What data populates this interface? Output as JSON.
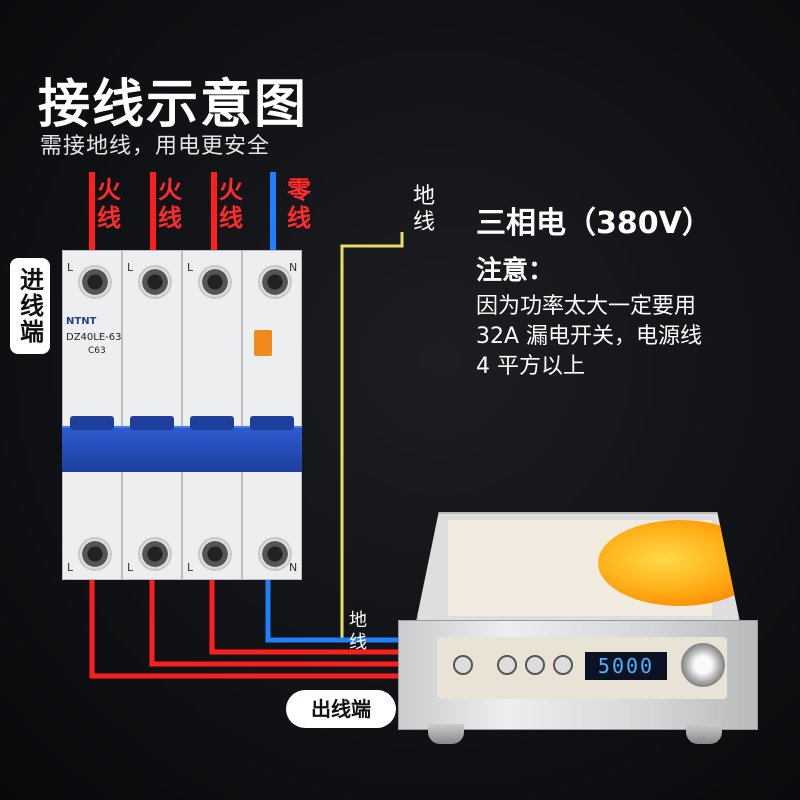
{
  "title": "接线示意图",
  "subtitle": "需接地线，用电更安全",
  "wire_labels": [
    {
      "text": "火线",
      "color": "#ff2a2a"
    },
    {
      "text": "火线",
      "color": "#ff2a2a"
    },
    {
      "text": "火线",
      "color": "#ff2a2a"
    },
    {
      "text": "零线",
      "color": "#ff2a2a"
    }
  ],
  "inlet_label": "进线端",
  "outlet_label": "出线端",
  "ground_label_top": "地线",
  "ground_label_bottom": "地线",
  "info": {
    "title": "三相电（380V）",
    "note_heading": "注意：",
    "note_lines": [
      "因为功率太大一定要用",
      "32A 漏电开关，电源线",
      "4 平方以上"
    ]
  },
  "breaker": {
    "brand": "NTNT",
    "model": "DZ40LE-63",
    "rating": "C63",
    "pole_letters_top": [
      "L",
      "L",
      "L",
      "N"
    ],
    "pole_letters_bottom": [
      "L",
      "L",
      "L",
      "N"
    ]
  },
  "cooker": {
    "display_value": "5000"
  },
  "colors": {
    "live_wire": "#ff1e1e",
    "neutral_wire": "#1e7fff",
    "ground_wire": "#e8e060",
    "background": "#101114"
  }
}
